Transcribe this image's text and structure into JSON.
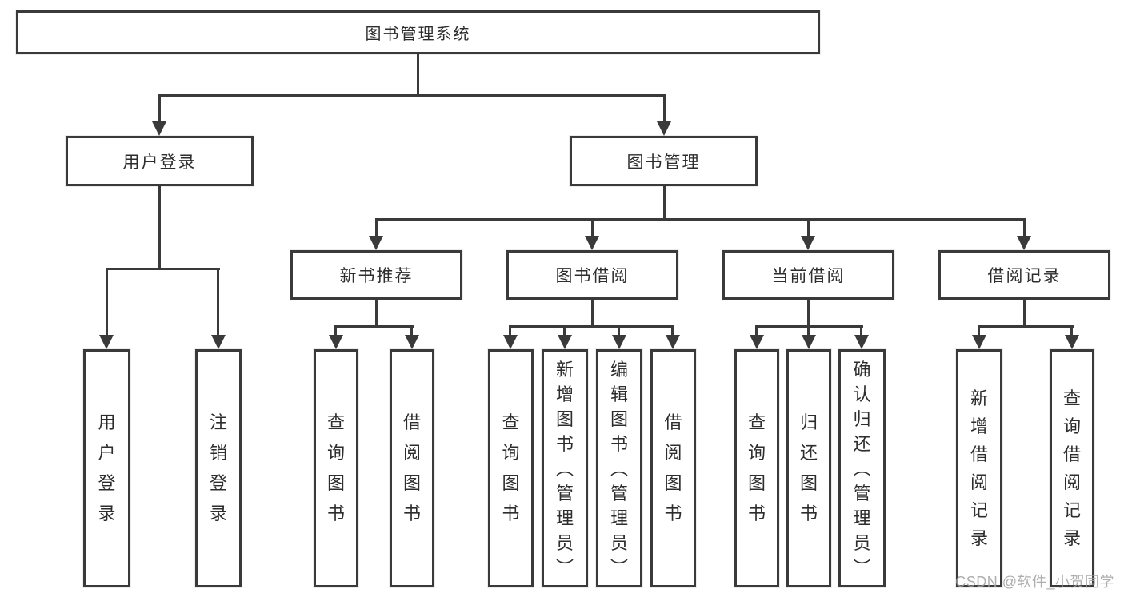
{
  "nodes": {
    "root": "图书管理系统",
    "user_login": "用户登录",
    "book_mgmt": "图书管理",
    "new_books": "新书推荐",
    "book_borrow": "图书借阅",
    "current_borrow": "当前借阅",
    "borrow_records": "借阅记录",
    "leaves": {
      "g1": [
        "用户登录",
        "注销登录"
      ],
      "g2": [
        "查询图书",
        "借阅图书"
      ],
      "g3": [
        "查询图书",
        "新增图书（管理员）",
        "编辑图书（管理员）",
        "借阅图书"
      ],
      "g4": [
        "查询图书",
        "归还图书",
        "确认归还（管理员）"
      ],
      "g5": [
        "新增借阅记录",
        "查询借阅记录"
      ]
    }
  },
  "watermark": {
    "text": "CSDN @软件_小贺同学"
  },
  "colors": {
    "line": "#3a3a3a",
    "text": "#2d2d2d",
    "watermark": "#a0a0a0",
    "background": "#ffffff"
  }
}
